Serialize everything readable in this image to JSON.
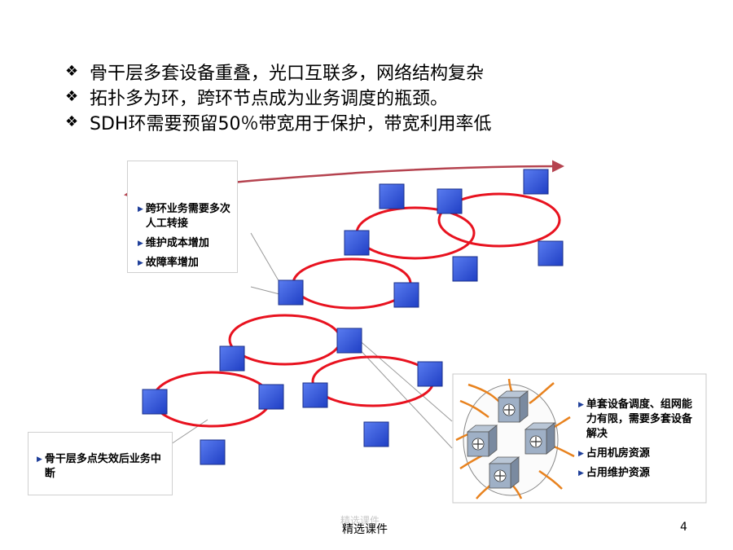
{
  "bullets": [
    "骨干层多套设备重叠，光口互联多，网络结构复杂",
    "拓扑多为环，跨环节点成为业务调度的瓶颈。",
    "SDH环需要预留50％带宽用于保护，带宽利用率低"
  ],
  "bullet_marker": "❖",
  "callout_top": {
    "items": [
      "跨环业务需要多次人工转接",
      "维护成本增加",
      "故障率增加"
    ]
  },
  "callout_bottom_left": {
    "items": [
      "骨干层多点失效后业务中断"
    ]
  },
  "callout_right": {
    "items": [
      "单套设备调度、组网能力有限，需要多套设备解决",
      "占用机房资源",
      "占用维护资源"
    ]
  },
  "footer": {
    "left": "精选课件",
    "right": "4",
    "watermark": "精选课件"
  },
  "colors": {
    "ring": "#e8121f",
    "node": "#2a4fd6",
    "arrow": "#b5434f",
    "orange": "#e8821e"
  },
  "icons": {
    "bullet": "diamond-bullet-icon",
    "item": "triangle-bullet-icon",
    "device": "switch-cube-icon"
  }
}
